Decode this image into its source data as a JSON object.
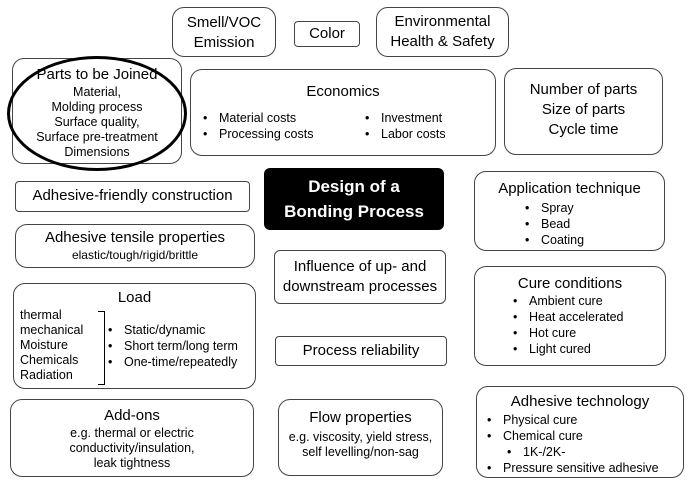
{
  "top": {
    "smell": [
      "Smell/VOC",
      "Emission"
    ],
    "color": "Color",
    "ehs": [
      "Environmental",
      "Health & Safety"
    ]
  },
  "parts": {
    "title": "Parts to be Joined",
    "lines": [
      "Material,",
      "Molding process",
      "Surface quality,",
      "Surface pre-treatment",
      "Dimensions"
    ]
  },
  "economics": {
    "title": "Economics",
    "left": [
      "Material costs",
      "Processing costs"
    ],
    "right": [
      "Investment",
      "Labor costs"
    ]
  },
  "number": [
    "Number of parts",
    "Size of parts",
    "Cycle time"
  ],
  "center": {
    "title": [
      "Design of a",
      "Bonding Process"
    ]
  },
  "adhesive_friendly": "Adhesive-friendly construction",
  "tensile": {
    "title": "Adhesive tensile properties",
    "sub": "elastic/tough/rigid/brittle"
  },
  "application": {
    "title": "Application technique",
    "items": [
      "Spray",
      "Bead",
      "Coating"
    ]
  },
  "influence": [
    "Influence of up- and",
    "downstream processes"
  ],
  "cure": {
    "title": "Cure conditions",
    "items": [
      "Ambient cure",
      "Heat accelerated",
      "Hot cure",
      "Light cured"
    ]
  },
  "load": {
    "title": "Load",
    "left": [
      "thermal",
      "mechanical",
      "Moisture",
      "Chemicals",
      "Radiation"
    ],
    "right": [
      "Static/dynamic",
      "Short term/long term",
      "One-time/repeatedly"
    ]
  },
  "reliability": "Process reliability",
  "addons": {
    "title": "Add-ons",
    "lines": [
      "e.g. thermal or electric",
      "conductivity/insulation,",
      "leak tightness"
    ]
  },
  "flow": {
    "title": "Flow properties",
    "lines": [
      "e.g. viscosity, yield stress,",
      "self levelling/non-sag"
    ]
  },
  "technology": {
    "title": "Adhesive technology",
    "items": [
      "Physical cure",
      "Chemical cure"
    ],
    "subitem": "1K-/2K-",
    "last": "Pressure sensitive adhesive"
  }
}
